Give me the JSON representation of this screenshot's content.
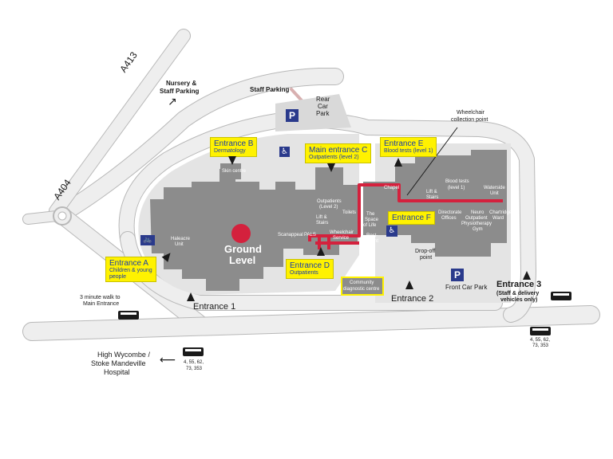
{
  "roads": {
    "a413": "A413",
    "a404": "A404"
  },
  "labels": {
    "nursery": "Nursery &",
    "nursery2": "Staff Parking",
    "staff_parking": "Staff Parking",
    "rear": "Rear",
    "car": "Car",
    "park": "Park",
    "wheelchair_collection": "Wheelchair",
    "wheelchair_collection2": "collection point",
    "skin_centre": "Skin centre",
    "ground": "Ground",
    "level": "Level",
    "haleacre": "Haleacre",
    "unit": "Unit",
    "outpatients_l2": "Outpatients",
    "level2": "(Level 2)",
    "toilets": "Toilets",
    "lift_stairs": "Lift &",
    "stairs": "Stairs",
    "scanappeal": "Scanappeal",
    "pals": "PALS",
    "wheelchair_service": "Wheelchair",
    "service": "Service",
    "space_of": "The",
    "space_of2": "Space",
    "space_of3": "of Life",
    "restaurant": "Rest-",
    "restaurant2": "aurant",
    "chapel": "Chapel",
    "lift2": "Lift &",
    "stairs2": "Stairs",
    "blood_tests": "Blood tests",
    "blood_level": "(level 1)",
    "waterside": "Waterside",
    "waterside2": "Unit",
    "directorate": "Directorate",
    "offices": "Offices",
    "neuro": "Neuro",
    "outpatient": "Outpatient",
    "physio": "Physiotherapy",
    "gym": "Gym",
    "chartridge": "Chartridge",
    "ward": "Ward",
    "dropoff": "Drop-off",
    "point": "point",
    "front_car_park": "Front Car Park",
    "community": "Community",
    "diagnostic": "diagnostic centre",
    "walk1": "3 minute walk to",
    "walk2": "Main Entrance",
    "entrance1": "Entrance 1",
    "entrance2": "Entrance 2",
    "entrance3": "Entrance 3",
    "entrance3_sub1": "(Staff & delivery",
    "entrance3_sub2": "vehicles only)",
    "hw1": "High Wycombe /",
    "hw2": "Stoke Mandeville",
    "hw3": "Hospital",
    "bus_a1": "4, 55, 62,",
    "bus_a2": "73, 353",
    "bus_b1": "4, 55, 62,",
    "bus_b2": "73, 353",
    "parking_p": "P"
  },
  "entrances": {
    "a_title": "Entrance A",
    "a_sub1": "Children & young",
    "a_sub2": "people",
    "b_title": "Entrance B",
    "b_sub": "Dermatology",
    "c_title": "Main entrance C",
    "c_sub": "Outpatients  (level 2)",
    "d_title": "Entrance D",
    "d_sub": "Outpatients",
    "e_title": "Entrance E",
    "e_sub": "Blood tests  (level 1)",
    "f_title": "Entrance F"
  },
  "colors": {
    "building": "#8c8c8c",
    "road": "#e6e6e6",
    "route": "#d4213d",
    "highlight": "#fff200",
    "label_text": "#1a3da8",
    "parking": "#2a3a8c"
  },
  "icons": {
    "parking": "parking-icon",
    "wheelchair": "wheelchair-icon",
    "bicycle": "bicycle-icon",
    "bus": "bus-icon",
    "entrance_marker": "triangle-marker-icon",
    "you_are_here": "red-dot-icon"
  }
}
